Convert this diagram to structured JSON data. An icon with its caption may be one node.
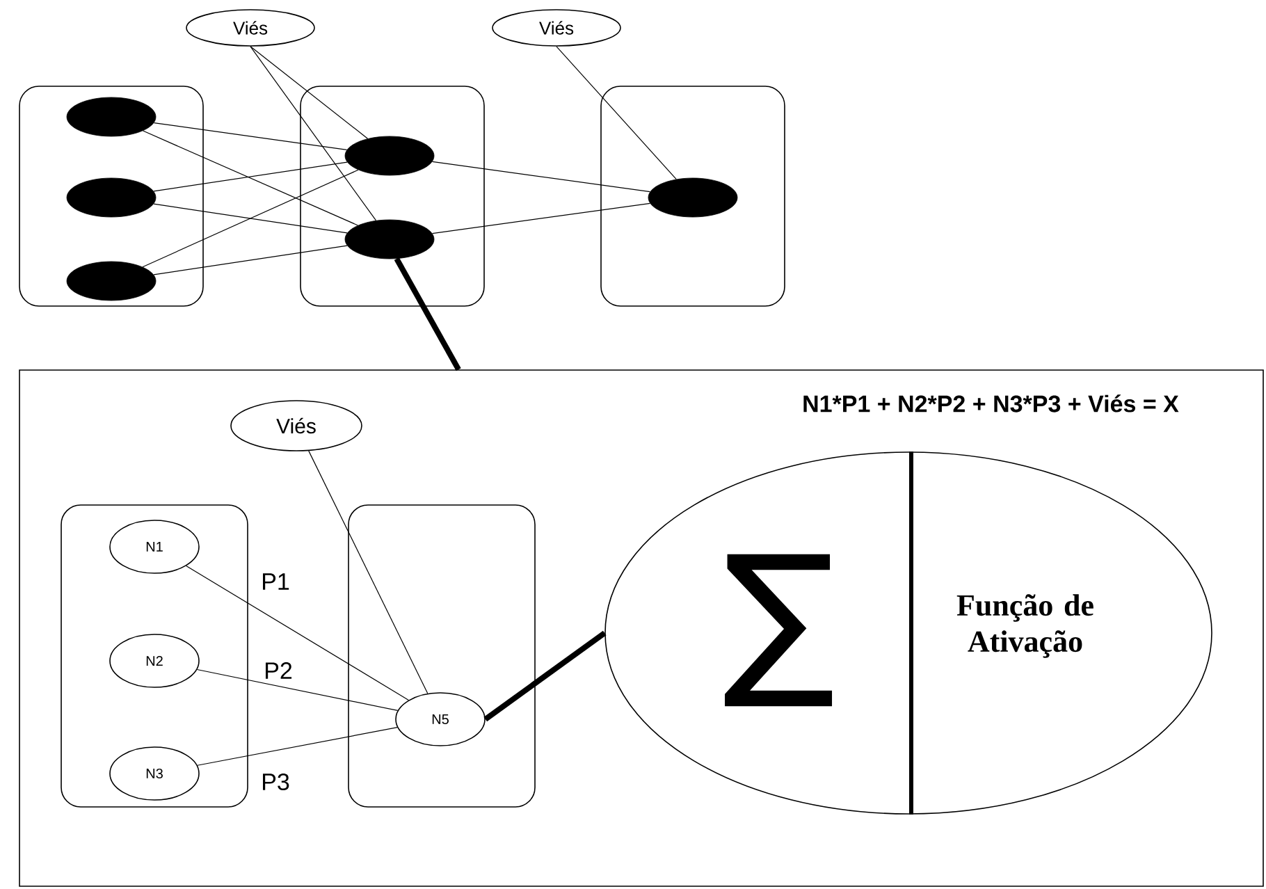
{
  "diagram": {
    "nodes": [
      {
        "text": [
          "Viés"
        ]
      },
      {
        "text": [
          "Viés"
        ]
      },
      {
        "text": [],
        "shape": "box"
      },
      {
        "text": [],
        "shape": "ellipse",
        "in": 2
      },
      {
        "text": [],
        "shape": "ellipse",
        "in": 2
      },
      {
        "text": [],
        "shape": "ellipse",
        "in": 2
      },
      {
        "text": [],
        "shape": "box"
      },
      {
        "text": [],
        "shape": "ellipse",
        "in": 6
      },
      {
        "text": [],
        "shape": "ellipse",
        "in": 6
      },
      {
        "text": [],
        "shape": "box"
      },
      {
        "text": [],
        "shape": "ellipse",
        "in": 9
      },
      {
        "text": [],
        "shape": "box"
      },
      {
        "text": [
          "Viés"
        ],
        "in": 11
      },
      {
        "text": [],
        "shape": "box",
        "in": 11
      },
      {
        "text": [
          "N1"
        ],
        "in": 13
      },
      {
        "text": [
          "N2"
        ],
        "in": 13
      },
      {
        "text": [
          "N3"
        ],
        "in": 13
      },
      {
        "text": [],
        "shape": "box",
        "in": 11
      },
      {
        "text": [
          "N5"
        ],
        "in": 17
      },
      {
        "text": [
          "∑",
          "Função de Ativação"
        ],
        "in": 11
      }
    ],
    "edges": [
      {
        "from": 3,
        "to": 7,
        "arrow": "none"
      },
      {
        "from": 3,
        "to": 8,
        "arrow": "none"
      },
      {
        "from": 4,
        "to": 7,
        "arrow": "none"
      },
      {
        "from": 4,
        "to": 8,
        "arrow": "none"
      },
      {
        "from": 5,
        "to": 7,
        "arrow": "none"
      },
      {
        "from": 5,
        "to": 8,
        "arrow": "none"
      },
      {
        "from": 0,
        "to": 7,
        "arrow": "none"
      },
      {
        "from": 0,
        "to": 8,
        "arrow": "none"
      },
      {
        "from": 7,
        "to": 10,
        "arrow": "none"
      },
      {
        "from": 8,
        "to": 10,
        "arrow": "none"
      },
      {
        "from": 1,
        "to": 10,
        "arrow": "none"
      },
      {
        "from": 8,
        "to": 11,
        "arrow": "none",
        "style": "thick"
      },
      {
        "from": 12,
        "to": 18,
        "arrow": "none"
      },
      {
        "from": 14,
        "to": 18,
        "arrow": "none",
        "label": "P1"
      },
      {
        "from": 15,
        "to": 18,
        "arrow": "none",
        "label": "P2"
      },
      {
        "from": 16,
        "to": 18,
        "arrow": "none",
        "label": "P3"
      },
      {
        "from": 18,
        "to": 19,
        "arrow": "none",
        "style": "thick"
      }
    ],
    "labels": [
      "N1*P1 + N2*P2 + N3*P3 + Viés = X"
    ]
  }
}
